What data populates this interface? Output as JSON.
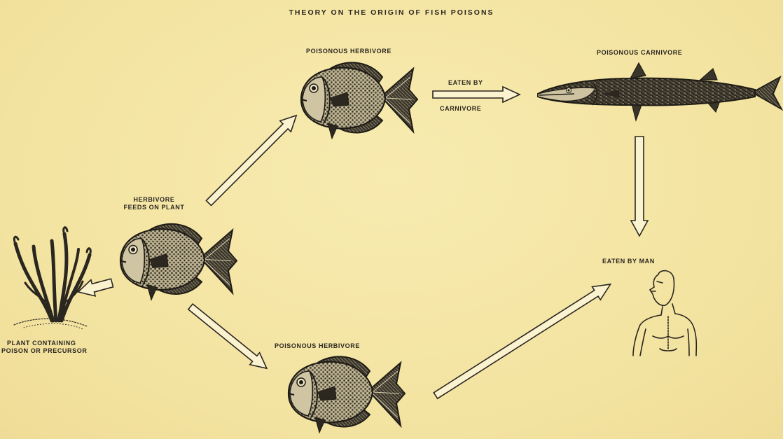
{
  "title": "THEORY ON THE ORIGIN OF FISH POISONS",
  "labels": {
    "poisonous_herbivore_top": "POISONOUS HERBIVORE",
    "poisonous_carnivore": "POISONOUS CARNIVORE",
    "eaten_by": "EATEN BY",
    "carnivore": "CARNIVORE",
    "herbivore": "HERBIVORE",
    "feeds_on_plant": "FEEDS ON PLANT",
    "eaten_by_man": "EATEN BY MAN",
    "plant_line1": "PLANT CONTAINING",
    "plant_line2": "POISON OR PRECURSOR",
    "poisonous_herbivore_bottom": "POISONOUS HERBIVORE"
  },
  "colors": {
    "background": "#f5e7a8",
    "ink": "#2a2620",
    "arrow_fill": "#fbf3cf"
  },
  "icons": [
    "surgeonfish-icon",
    "barracuda-icon",
    "seaweed-plant-icon",
    "human-figure-icon"
  ]
}
